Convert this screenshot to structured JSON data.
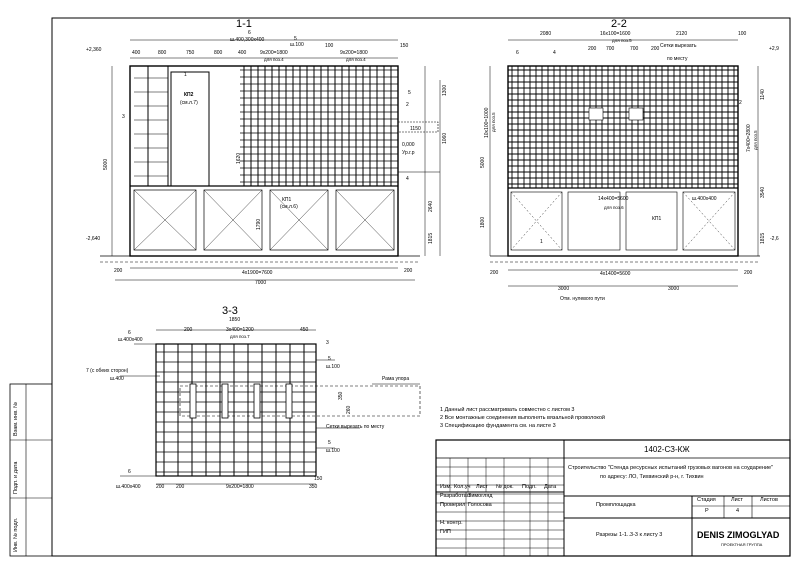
{
  "sections": {
    "s1": {
      "title": "1-1"
    },
    "s2": {
      "title": "2-2"
    },
    "s3": {
      "title": "3-3"
    }
  },
  "labels_1_1": {
    "elev_top": "+2,360",
    "elev_bottom": "-2,640",
    "dims_top": [
      "400",
      "800",
      "750",
      "800",
      "400",
      "9x200=1800",
      "9x200=1800"
    ],
    "sub_top_a": "для поз.4",
    "sub_top_b": "для поз.4",
    "dim_6": "6",
    "sh_6": "ш.400,300x400",
    "dim_5": "5",
    "sh_5": "ш.100",
    "dim_100": "100",
    "dim_150": "150",
    "kp2": "КП2",
    "kp2_ref": "(см.л.7)",
    "kp1": "КП1",
    "kp1_ref": "(см.л.6)",
    "bottom_dim": "4x1900=7600",
    "overall": "7000",
    "left_200": "200",
    "right_200": "200",
    "dim_5000": "5000",
    "dim_1815": "1815",
    "dim_2640": "2640",
    "dim_1300": "1300",
    "dim_1060": "1060",
    "dim_1150": "1150",
    "ur_gr": "Ур.г.р",
    "zero": "0,000",
    "dim_1790": "1790",
    "dim_1620": "1620",
    "mark_1": "1",
    "mark_2": "2",
    "mark_3": "3",
    "mark_4": "4",
    "mark_5": "5"
  },
  "labels_2_2": {
    "elev_top": "+2,9",
    "elev_bottom": "-2,6",
    "dim_2080": "2080",
    "dim_16x100": "16x100=1600",
    "dim_16_sub": "для поз.5",
    "dim_2120": "2120",
    "dim_100": "100",
    "sub_700a": "700",
    "sub_700b": "700",
    "sub_200a": "200",
    "sub_200b": "200",
    "cut_note": "Сетки вырезать",
    "cut_note2": "по месту",
    "center_dim": "14x400=5600",
    "center_sub": "для поз.6",
    "sh_400": "ш.400x400",
    "kp1": "КП1",
    "bottom_dim": "4x1400=5600",
    "half_a": "3000",
    "half_b": "3000",
    "otm": "Отм. нулевого пути",
    "dim_5000": "5000",
    "dim_1800": "1800",
    "dim_1815": "1815",
    "dim_3540": "3540",
    "dim_7x400": "7x400=2800",
    "dim_7_sub": "для поз.5",
    "dim_1140": "1140",
    "dim_10x100": "10x100=1000",
    "dim_10_sub": "для поз.5",
    "mark_1": "1",
    "mark_2": "2",
    "mark_4": "4",
    "mark_6": "6",
    "left_200": "200",
    "right_200": "200"
  },
  "labels_3_3": {
    "total": "1850",
    "dims": [
      "200",
      "3x400=1200",
      "450"
    ],
    "dims_sub": "для поз.7",
    "mark_6a": "6",
    "sh_6a": "ш.400x400",
    "mark_7": "7 (с обеих сторон)",
    "sh_7": "ш.400",
    "mark_3": "3",
    "mark_5a": "5",
    "sh_5a": "ш.100",
    "frame": "Рама упора",
    "dim_350": "350",
    "dim_260": "260",
    "cut_note": "Сетки вырезать по месту",
    "mark_5b": "5",
    "sh_5b": "ш.100",
    "mark_6b": "6",
    "sh_6b": "ш.400x400",
    "bottom": "9x200=1800",
    "b_200a": "200",
    "b_200b": "200",
    "b_350": "350",
    "b_150": "150"
  },
  "notes": [
    "1  Данный лист рассматривать совместно с листом 3",
    "2  Все монтажные соединения выполнять вязальной проволокой",
    "3  Спецификацию фундамента см. на листе 3"
  ],
  "side_stamp": [
    "Взам. инв. №",
    "Подп. и дата",
    "Инв. № подл."
  ],
  "title_block": {
    "code": "1402-СЗ-КЖ",
    "project": "Строительство \"Стенда ресурсных испытаний грузовых вагонов на соударение\"",
    "address": "по адресу: ЛО, Тихвинский р-н, г. Тихвин",
    "site": "Промплощадка",
    "sheet_title": "Разрезы 1-1..3-3 к листу 3",
    "stage_h": "Стадия",
    "sheet_h": "Лист",
    "sheets_h": "Листов",
    "stage": "Р",
    "sheet": "4",
    "sheets": "",
    "head": [
      "Изм.",
      "Кол.уч",
      "Лист",
      "№ док.",
      "Подп.",
      "Дата"
    ],
    "rows": [
      {
        "role": "Разработал",
        "name": "Зимогляд"
      },
      {
        "role": "Проверил",
        "name": "Голосова"
      },
      {
        "role": "",
        "name": ""
      },
      {
        "role": "Н. контр.",
        "name": ""
      },
      {
        "role": "ГИП",
        "name": ""
      }
    ],
    "company": "DENIS ZIMOGLYAD",
    "company_sub": "ПРОЕКТНАЯ ГРУППА"
  }
}
